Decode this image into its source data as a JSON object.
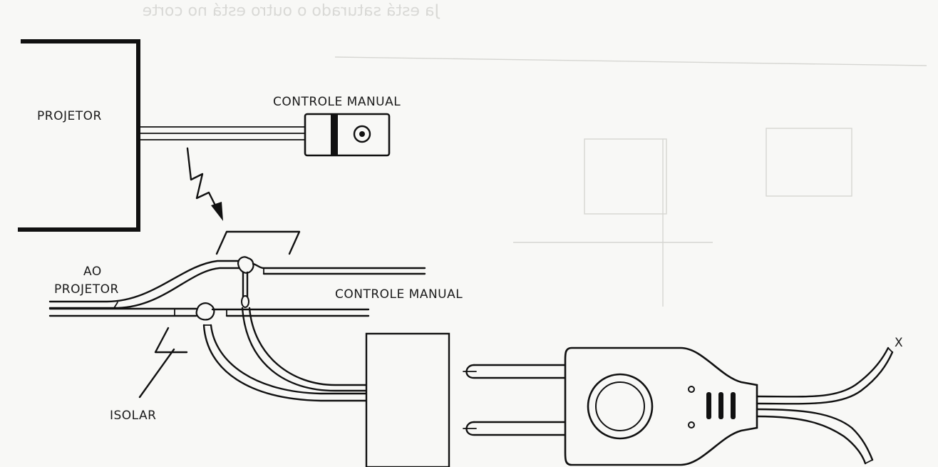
{
  "labels": {
    "projetor": "PROJETOR",
    "controle_manual_top": "CONTROLE MANUAL",
    "ao": "AO",
    "projetor_lower": "PROJETOR",
    "controle_manual_lower": "CONTROLE MANUAL",
    "isolar": "ISOLAR",
    "x_marker": "X"
  },
  "bleed_through_text": "Ja está saturado o outro está no corte"
}
